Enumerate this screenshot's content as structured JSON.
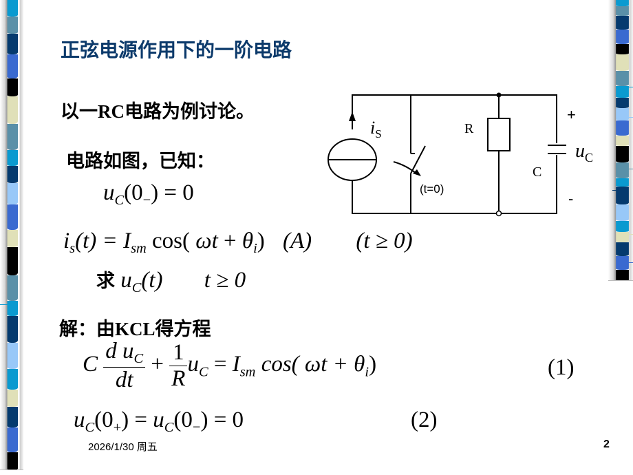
{
  "slide": {
    "title": "正弦电源作用下的一阶电路",
    "intro": {
      "prefix": "以一",
      "latin": "RC",
      "suffix": "电路为例讨论。"
    },
    "given_label": "电路如图，已知：",
    "given_eq": {
      "var": "u",
      "sub": "C",
      "rest": "(0",
      "minus_sub": "−",
      "rhs": ") = 0"
    },
    "source_eq": {
      "lhs_var": "i",
      "lhs_sub": "s",
      "lhs_arg": "(t) = ",
      "amp": "I",
      "amp_sub": "sm",
      "cos": " cos( ",
      "omega_t": "ωt",
      "plus": " + ",
      "theta": "θ",
      "theta_sub": "i",
      "close": ")",
      "unit": "(A)",
      "cond": "(t ≥ 0)"
    },
    "find": {
      "label": "求",
      "var": "u",
      "sub": "C",
      "arg": "(t)",
      "cond": "t ≥ 0"
    },
    "solution_label": {
      "prefix": "解：由",
      "latin": "KCL",
      "suffix": "得方程"
    },
    "ode": {
      "coef": "C",
      "num": "d u",
      "num_sub": "C",
      "den": "dt",
      "plus": "+",
      "one": "1",
      "r": "R",
      "u": "u",
      "u_sub": "C",
      "eq": " = ",
      "amp": "I",
      "amp_sub": "sm",
      "rhs": " cos( ωt + θ",
      "rhs_sub": "i",
      "close": ")",
      "label": "(1)"
    },
    "initial": {
      "lhs": "u",
      "lhs_sub": "C",
      "lhs_arg": "(0",
      "plus_sub": "+",
      "mid": ") = ",
      "rhs": "u",
      "rhs_sub": "C",
      "rhs_arg": "(0",
      "minus_sub": "−",
      "end": ") = 0",
      "label": "(2)"
    },
    "circuit": {
      "source_label": "i",
      "source_sub": "S",
      "resistor_label": "R",
      "capacitor_label": "C",
      "voltage_label": "u",
      "voltage_sub": "C",
      "plus": "+",
      "minus": "-",
      "switch_label": "(t=0)"
    },
    "footer": {
      "date": "2026/1/30 周五",
      "page": "2"
    }
  },
  "theme": {
    "title_color": "#0c3a6b",
    "strip_colors_left": [
      "#0a9ad0",
      "#5a90a8",
      "#053a6e",
      "#3a6ad0",
      "#000000",
      "#e0e0b8",
      "#5a90a8",
      "#0a9ad0",
      "#053a6e",
      "#98c8f8",
      "#3a6ad0",
      "#e0e0b8",
      "#000000",
      "#5a90a8",
      "#0a9ad0",
      "#053a6e",
      "#98c8f8",
      "#0a9ad0",
      "#e0e0b8",
      "#053a6e",
      "#3a6ad0",
      "#000000"
    ],
    "strip_colors_right": [
      "#0a9ad0",
      "#5a90a8",
      "#053a6e",
      "#3a6ad0",
      "#000000",
      "#e0e0b8",
      "#5a90a8",
      "#0a9ad0",
      "#053a6e",
      "#98c8f8",
      "#3a6ad0",
      "#e0e0b8",
      "#000000",
      "#5a90a8",
      "#0a9ad0",
      "#053a6e",
      "#98c8f8",
      "#0a9ad0",
      "#e0e0b8",
      "#053a6e",
      "#3a6ad0",
      "#000000"
    ]
  }
}
